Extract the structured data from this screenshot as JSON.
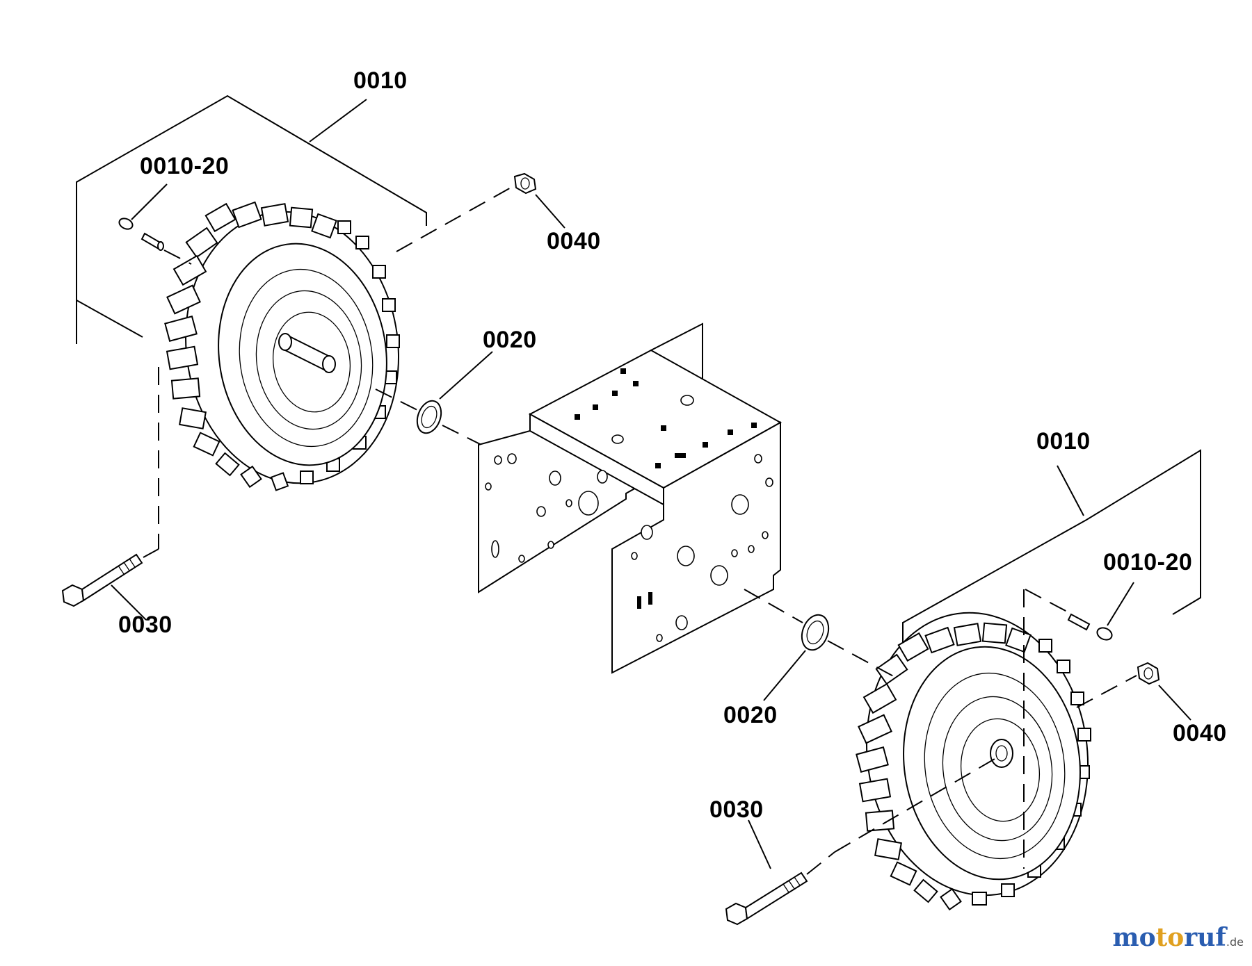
{
  "labels": {
    "wheel_assembly_left": "0010",
    "valve_stem_left": "0010-20",
    "nut_left": "0040",
    "washer_left": "0020",
    "bolt_left": "0030",
    "wheel_assembly_right": "0010",
    "valve_stem_right": "0010-20",
    "washer_right": "0020",
    "nut_right": "0040",
    "bolt_right": "0030"
  },
  "watermark": {
    "part1": "mo",
    "part2": "to",
    "part3": "ruf",
    "tld": ".de"
  },
  "colors": {
    "line": "#000000",
    "background": "#ffffff",
    "watermark_blue": "#2a5db0",
    "watermark_orange": "#e0a020"
  }
}
